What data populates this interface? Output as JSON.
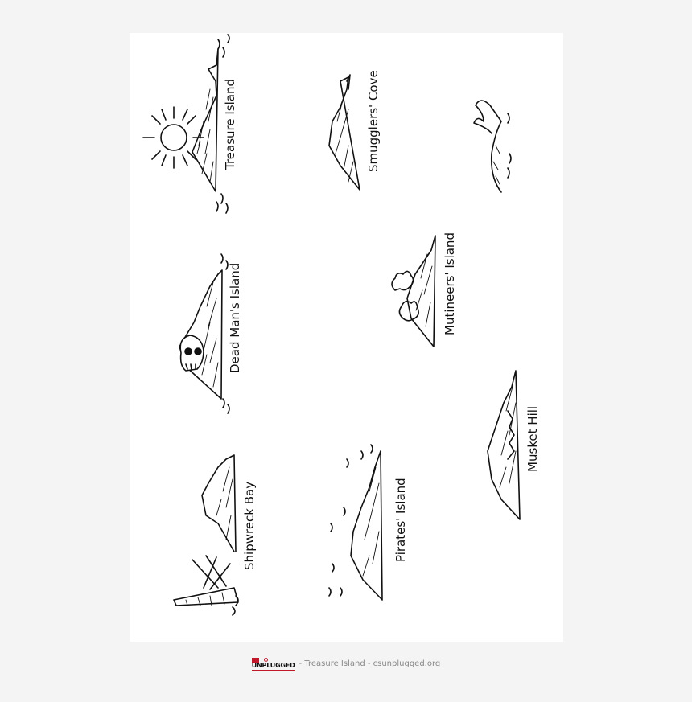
{
  "labels": {
    "treasure_island": "Treasure Island",
    "smugglers_cove": "Smugglers' Cove",
    "dead_mans_island": "Dead Man's Island",
    "mutineers_island": "Mutineers' Island",
    "shipwreck_bay": "Shipwreck Bay",
    "pirates_island": "Pirates' Island",
    "musket_hill": "Musket Hill"
  },
  "footer": {
    "logo_text": "UNPLUGGED",
    "caption": "- Treasure Island - csunplugged.org"
  },
  "colors": {
    "page_background": "#f4f4f4",
    "sheet_background": "#ffffff",
    "ink": "#111111",
    "logo_red": "#c0182a",
    "footer_text": "#888888"
  }
}
